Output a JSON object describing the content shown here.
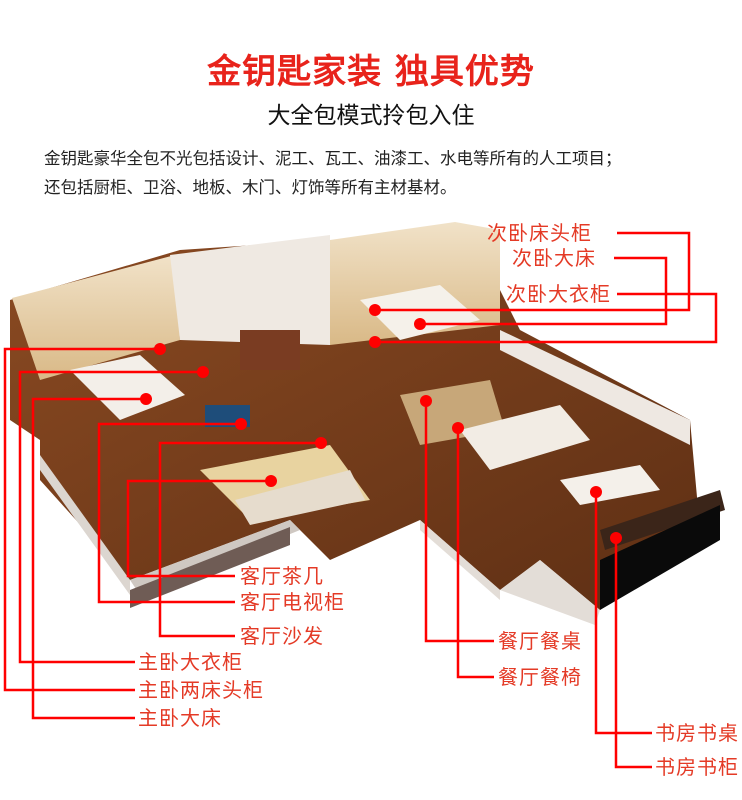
{
  "header": {
    "title": "金钥匙家装 独具优势",
    "subtitle": "大全包模式拎包入住",
    "description_line1": "金钥匙豪华全包不光包括设计、泥工、瓦工、油漆工、水电等所有的人工项目；",
    "description_line2": "还包括厨柜、卫浴、地板、木门、灯饰等所有主材基材。"
  },
  "colors": {
    "title_red": "#e8231b",
    "line_red": "#ff0000",
    "label_red": "#e43a26"
  },
  "labels": {
    "second_bedroom_nightstand": "次卧床头柜",
    "second_bedroom_bed": "次卧大床",
    "second_bedroom_wardrobe": "次卧大衣柜",
    "living_coffee_table": "客厅茶几",
    "living_tv_cabinet": "客厅电视柜",
    "living_sofa": "客厅沙发",
    "master_wardrobe": "主卧大衣柜",
    "master_nightstands": "主卧两床头柜",
    "master_bed": "主卧大床",
    "dining_table": "餐厅餐桌",
    "dining_chairs": "餐厅餐椅",
    "study_desk": "书房书桌",
    "study_bookcase": "书房书柜"
  }
}
